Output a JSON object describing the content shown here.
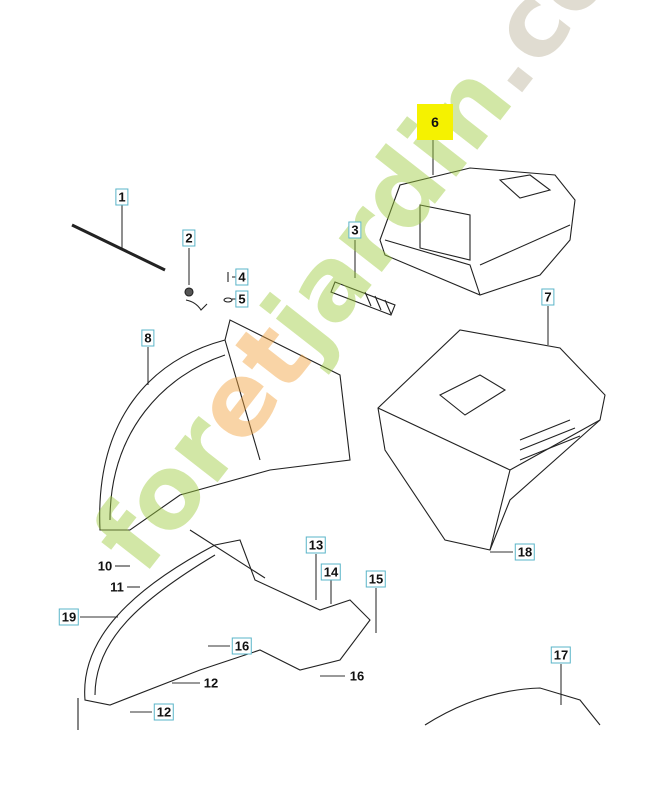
{
  "diagram": {
    "labels": [
      {
        "id": "1",
        "boxed": true
      },
      {
        "id": "2",
        "boxed": true
      },
      {
        "id": "3",
        "boxed": true
      },
      {
        "id": "4",
        "boxed": true
      },
      {
        "id": "5",
        "boxed": true
      },
      {
        "id": "6",
        "boxed": true,
        "highlighted": true
      },
      {
        "id": "7",
        "boxed": true
      },
      {
        "id": "8",
        "boxed": true
      },
      {
        "id": "10",
        "boxed": false
      },
      {
        "id": "11",
        "boxed": false
      },
      {
        "id": "12",
        "boxed": false
      },
      {
        "id": "12",
        "boxed": true
      },
      {
        "id": "13",
        "boxed": true
      },
      {
        "id": "14",
        "boxed": true
      },
      {
        "id": "15",
        "boxed": true
      },
      {
        "id": "16",
        "boxed": true
      },
      {
        "id": "16",
        "boxed": false
      },
      {
        "id": "17",
        "boxed": true
      },
      {
        "id": "18",
        "boxed": true
      },
      {
        "id": "19",
        "boxed": true
      }
    ],
    "highlight_color": "#f5f200",
    "box_color": "#5ab4c8"
  },
  "watermark": {
    "part1": "for",
    "part2": "et",
    "part3": "jardin",
    "part4": ".com"
  }
}
